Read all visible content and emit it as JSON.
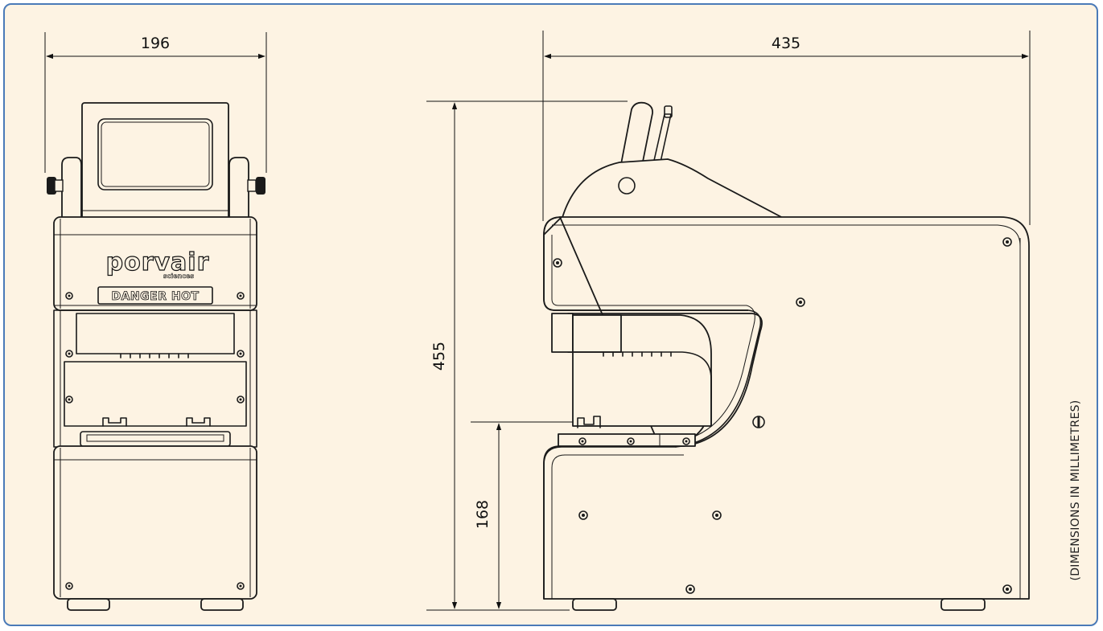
{
  "dimensions": {
    "front_width": "196",
    "side_depth": "435",
    "total_height": "455",
    "platform_height": "168"
  },
  "labels": {
    "brand_name": "porvair",
    "brand_sub": "sciences",
    "warning_plate": "DANGER HOT",
    "units_note": "(DIMENSIONS IN MILLIMETRES)"
  },
  "colors": {
    "background": "#fdf3e3",
    "frame_border": "#4a7ab8",
    "line": "#1a1a1a"
  },
  "markers": {
    "arrow": "arrowhead"
  }
}
